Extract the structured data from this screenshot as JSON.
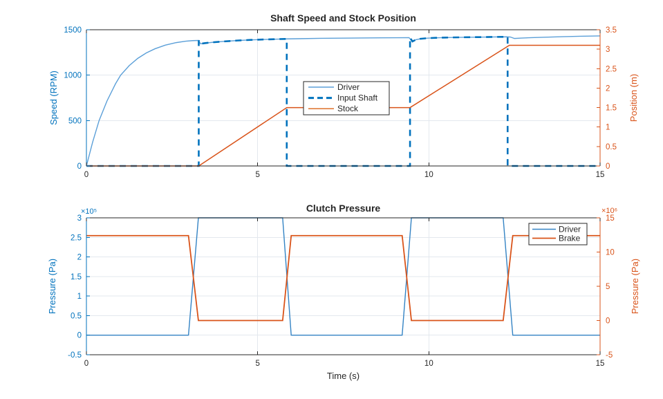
{
  "figure": {
    "background": "#ffffff"
  },
  "colors": {
    "axis": "#262626",
    "tick_text": "#262626",
    "grid": "#e3e8ee",
    "legend_border": "#262626",
    "matlab_blue": "#0072BD",
    "matlab_orange": "#D95319"
  },
  "chart_data": [
    {
      "type": "line",
      "title": "Shaft Speed and Stock Position",
      "xlabel": "",
      "xlim": [
        0,
        15
      ],
      "xticks": [
        0,
        5,
        10,
        15
      ],
      "grid": true,
      "axes": {
        "left": {
          "label": "Speed (RPM)",
          "lim": [
            0,
            1500
          ],
          "ticks": [
            0,
            500,
            1000,
            1500
          ],
          "color": "#0072BD",
          "multiplier": ""
        },
        "right": {
          "label": "Position (m)",
          "lim": [
            0,
            3.5
          ],
          "ticks": [
            0,
            0.5,
            1,
            1.5,
            2,
            2.5,
            3,
            3.5
          ],
          "color": "#D95319",
          "multiplier": ""
        }
      },
      "legend": {
        "position": "center",
        "entries": [
          {
            "label": "Driver",
            "color": "#5B9FD8",
            "dash": "",
            "width": 1.6
          },
          {
            "label": "Input Shaft",
            "color": "#0072BD",
            "dash": "8 5",
            "width": 3
          },
          {
            "label": "Stock",
            "color": "#E07B39",
            "dash": "",
            "width": 1.6
          }
        ]
      },
      "series": [
        {
          "name": "Driver",
          "axis": "left",
          "color": "#5B9FD8",
          "width": 1.4,
          "dash": "",
          "points": [
            [
              0,
              0
            ],
            [
              0.18,
              260
            ],
            [
              0.37,
              500
            ],
            [
              0.6,
              715
            ],
            [
              0.85,
              905
            ],
            [
              1.0,
              1000
            ],
            [
              1.25,
              1105
            ],
            [
              1.5,
              1185
            ],
            [
              1.75,
              1245
            ],
            [
              2.0,
              1290
            ],
            [
              2.3,
              1330
            ],
            [
              2.6,
              1357
            ],
            [
              2.9,
              1374
            ],
            [
              3.1,
              1380
            ],
            [
              3.28,
              1382
            ],
            [
              3.33,
              1345
            ],
            [
              3.45,
              1352
            ],
            [
              3.7,
              1362
            ],
            [
              4.0,
              1371
            ],
            [
              4.4,
              1381
            ],
            [
              4.8,
              1388
            ],
            [
              5.2,
              1393
            ],
            [
              5.6,
              1397
            ],
            [
              5.85,
              1399
            ],
            [
              6.3,
              1402
            ],
            [
              6.8,
              1405
            ],
            [
              7.4,
              1407
            ],
            [
              8.0,
              1409
            ],
            [
              8.6,
              1411
            ],
            [
              9.1,
              1412
            ],
            [
              9.42,
              1413
            ],
            [
              9.52,
              1371
            ],
            [
              9.62,
              1390
            ],
            [
              9.75,
              1400
            ],
            [
              9.95,
              1407
            ],
            [
              10.2,
              1411
            ],
            [
              10.5,
              1414
            ],
            [
              11.0,
              1417
            ],
            [
              11.5,
              1419
            ],
            [
              12.0,
              1421
            ],
            [
              12.28,
              1422
            ],
            [
              12.38,
              1420
            ],
            [
              12.5,
              1404
            ],
            [
              12.7,
              1408
            ],
            [
              13.0,
              1413
            ],
            [
              13.4,
              1418
            ],
            [
              13.9,
              1423
            ],
            [
              14.4,
              1428
            ],
            [
              15,
              1432
            ]
          ]
        },
        {
          "name": "Input Shaft",
          "axis": "left",
          "color": "#0072BD",
          "width": 2.6,
          "dash": "9 7",
          "points": [
            [
              0,
              0
            ],
            [
              3.28,
              0
            ],
            [
              3.28,
              1382
            ],
            [
              3.33,
              1345
            ],
            [
              3.45,
              1352
            ],
            [
              3.7,
              1362
            ],
            [
              4.0,
              1371
            ],
            [
              4.4,
              1381
            ],
            [
              4.8,
              1388
            ],
            [
              5.2,
              1393
            ],
            [
              5.6,
              1397
            ],
            [
              5.85,
              1399
            ],
            [
              5.85,
              0
            ],
            [
              9.45,
              0
            ],
            [
              9.45,
              1413
            ],
            [
              9.52,
              1371
            ],
            [
              9.62,
              1390
            ],
            [
              9.75,
              1400
            ],
            [
              9.95,
              1407
            ],
            [
              10.2,
              1411
            ],
            [
              10.5,
              1414
            ],
            [
              11.0,
              1417
            ],
            [
              11.5,
              1419
            ],
            [
              12.0,
              1421
            ],
            [
              12.3,
              1422
            ],
            [
              12.3,
              0
            ],
            [
              15,
              0
            ]
          ]
        },
        {
          "name": "Stock",
          "axis": "right",
          "color": "#D95319",
          "width": 1.5,
          "dash": "",
          "points": [
            [
              0,
              0
            ],
            [
              3.28,
              0
            ],
            [
              5.85,
              1.5
            ],
            [
              9.45,
              1.5
            ],
            [
              12.35,
              3.1
            ],
            [
              15,
              3.1
            ]
          ]
        }
      ]
    },
    {
      "type": "line",
      "title": "Clutch Pressure",
      "xlabel": "Time (s)",
      "xlim": [
        0,
        15
      ],
      "xticks": [
        0,
        5,
        10,
        15
      ],
      "grid": true,
      "axes": {
        "left": {
          "label": "Pressure (Pa)",
          "lim": [
            -0.5,
            3
          ],
          "ticks": [
            -0.5,
            0,
            0.5,
            1,
            1.5,
            2,
            2.5,
            3
          ],
          "color": "#0072BD",
          "multiplier": "×10⁵"
        },
        "right": {
          "label": "Pressure (Pa)",
          "lim": [
            -5,
            15
          ],
          "ticks": [
            -5,
            0,
            5,
            10,
            15
          ],
          "color": "#D95319",
          "multiplier": "×10⁶"
        }
      },
      "legend": {
        "position": "northeast",
        "entries": [
          {
            "label": "Driver",
            "color": "#3383C4",
            "dash": "",
            "width": 1.6
          },
          {
            "label": "Brake",
            "color": "#D95319",
            "dash": "",
            "width": 1.8
          }
        ]
      },
      "series": [
        {
          "name": "Driver",
          "axis": "left",
          "color": "#3383C4",
          "width": 1.4,
          "dash": "",
          "points": [
            [
              0,
              0
            ],
            [
              2.98,
              0
            ],
            [
              3.27,
              3
            ],
            [
              5.73,
              3
            ],
            [
              5.98,
              0
            ],
            [
              9.22,
              0
            ],
            [
              9.49,
              3
            ],
            [
              12.17,
              3
            ],
            [
              12.45,
              0
            ],
            [
              15,
              0
            ]
          ]
        },
        {
          "name": "Brake",
          "axis": "right",
          "color": "#D95319",
          "width": 1.8,
          "dash": "",
          "points": [
            [
              0,
              12.4
            ],
            [
              2.98,
              12.4
            ],
            [
              3.27,
              0
            ],
            [
              5.73,
              0
            ],
            [
              5.98,
              12.4
            ],
            [
              9.22,
              12.4
            ],
            [
              9.49,
              0
            ],
            [
              12.17,
              0
            ],
            [
              12.45,
              12.4
            ],
            [
              15,
              12.4
            ]
          ]
        }
      ]
    }
  ]
}
